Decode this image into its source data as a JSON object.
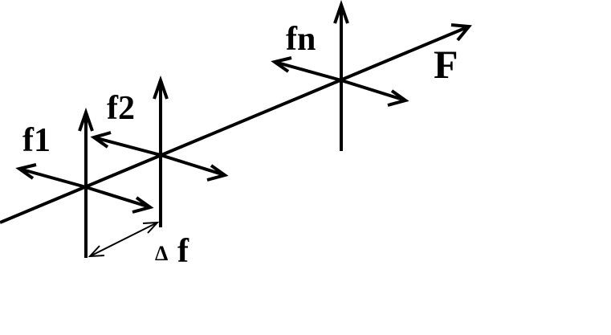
{
  "labels": {
    "f1": "f1",
    "f2": "f2",
    "fn": "fn",
    "F": "F",
    "delta_f_symbol": "Δ",
    "delta_f_letter": "f"
  },
  "colors": {
    "stroke": "#000000",
    "background": "#ffffff"
  }
}
